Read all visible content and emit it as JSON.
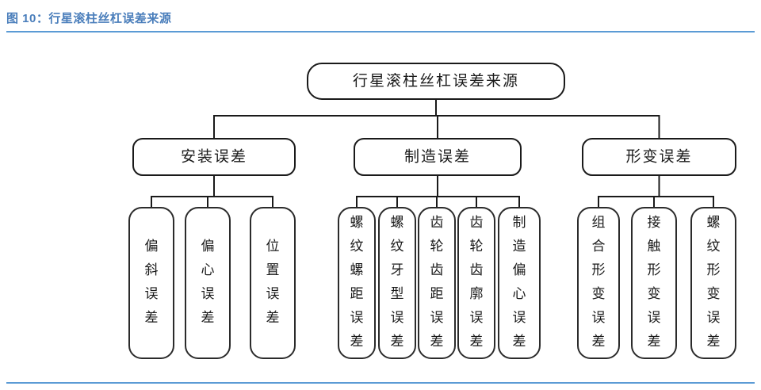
{
  "figure": {
    "caption": "图 10：行星滚柱丝杠误差来源",
    "caption_color": "#4a7ebb",
    "rule_color": "#5b9bd5"
  },
  "chart_data": {
    "type": "diagram",
    "subtype": "tree-hierarchy",
    "title": "行星滚柱丝杠误差来源",
    "orientation": "top-down",
    "node_shape": "rounded-rectangle",
    "leaf_text_orientation": "vertical",
    "levels": 3,
    "root": {
      "id": "root",
      "label": "行星滚柱丝杠误差来源"
    },
    "branches": [
      {
        "id": "branch-installation",
        "label": "安装误差",
        "leaves": [
          {
            "id": "leaf-skew-error",
            "label": "偏斜误差"
          },
          {
            "id": "leaf-eccentric-error",
            "label": "偏心误差"
          },
          {
            "id": "leaf-position-error",
            "label": "位置误差"
          }
        ]
      },
      {
        "id": "branch-manufacturing",
        "label": "制造误差",
        "leaves": [
          {
            "id": "leaf-thread-pitch-error",
            "label": "螺纹螺距误差"
          },
          {
            "id": "leaf-thread-profile-error",
            "label": "螺纹牙型误差"
          },
          {
            "id": "leaf-gear-pitch-error",
            "label": "齿轮齿距误差"
          },
          {
            "id": "leaf-gear-tooth-profile-error",
            "label": "齿轮齿廓误差"
          },
          {
            "id": "leaf-manufacturing-eccentric-error",
            "label": "制造偏心误差"
          }
        ]
      },
      {
        "id": "branch-deformation",
        "label": "形变误差",
        "leaves": [
          {
            "id": "leaf-combined-deformation-error",
            "label": "组合形变误差"
          },
          {
            "id": "leaf-contact-deformation-error",
            "label": "接触形变误差"
          },
          {
            "id": "leaf-thread-deformation-error",
            "label": "螺纹形变误差"
          }
        ]
      }
    ]
  }
}
